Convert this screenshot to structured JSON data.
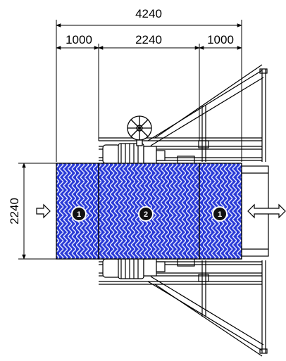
{
  "dimensions": {
    "overall_length": "4240",
    "left_section": "1000",
    "middle_section": "2240",
    "right_section": "1000",
    "width": "2240"
  },
  "position_labels": {
    "left": "1",
    "middle": "2",
    "right": "1"
  },
  "colors": {
    "deck_fill": "#2a3ad6",
    "pattern": "#e6eaff",
    "line": "#000000"
  }
}
